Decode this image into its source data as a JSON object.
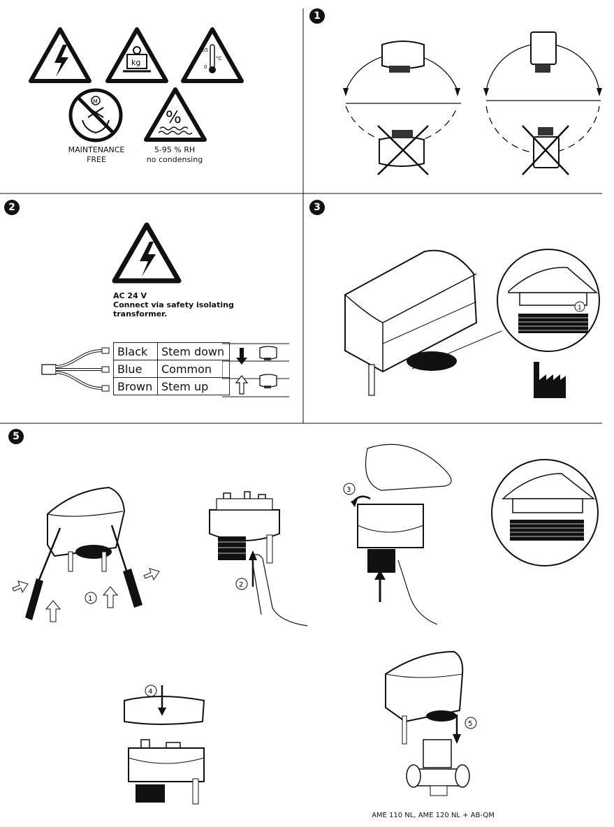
{
  "sections": [
    {
      "number": "1"
    },
    {
      "number": "2"
    },
    {
      "number": "3"
    },
    {
      "number": "5"
    }
  ],
  "icons": {
    "thermo_top": "55",
    "thermo_unit": "°C",
    "thermo_bottom": "0",
    "weight": "kg",
    "motor": "M",
    "percent": "%"
  },
  "labels": {
    "maintenance": "MAINTENANCE",
    "maintenance2": "FREE",
    "rh": "5-95 % RH",
    "rh2": "no condensing"
  },
  "power": {
    "line1": "AC 24 V",
    "line2": "Connect via safety isolating",
    "line3": "transformer."
  },
  "wiring": [
    {
      "color": "Black",
      "function": "Stem down"
    },
    {
      "color": "Blue",
      "function": "Common"
    },
    {
      "color": "Brown",
      "function": "Stem up"
    }
  ],
  "callouts": {
    "c1": "1",
    "c2": "2",
    "c3": "3",
    "c4": "4",
    "c5": "5"
  },
  "caption": "AME 110 NL, AME 120 NL + AB-QM"
}
